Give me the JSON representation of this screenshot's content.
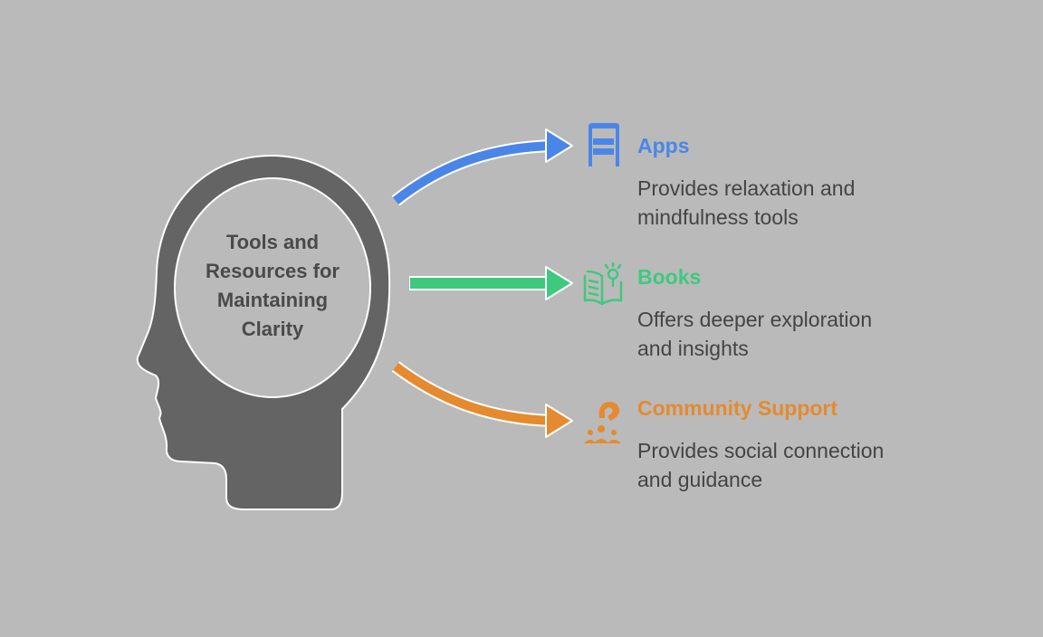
{
  "center": {
    "title": "Tools and Resources for Maintaining Clarity"
  },
  "items": [
    {
      "title": "Apps",
      "description_lines": [
        "Provides relaxation and",
        "mindfulness tools"
      ],
      "color": "#4a86e8",
      "icon": "mobile-app-icon"
    },
    {
      "title": "Books",
      "description_lines": [
        "Offers deeper exploration",
        "and insights"
      ],
      "color": "#3ec97f",
      "icon": "book-lightbulb-icon"
    },
    {
      "title": "Community Support",
      "description_lines": [
        "Provides social connection",
        "and guidance"
      ],
      "color": "#e58a2e",
      "icon": "community-support-icon"
    }
  ]
}
